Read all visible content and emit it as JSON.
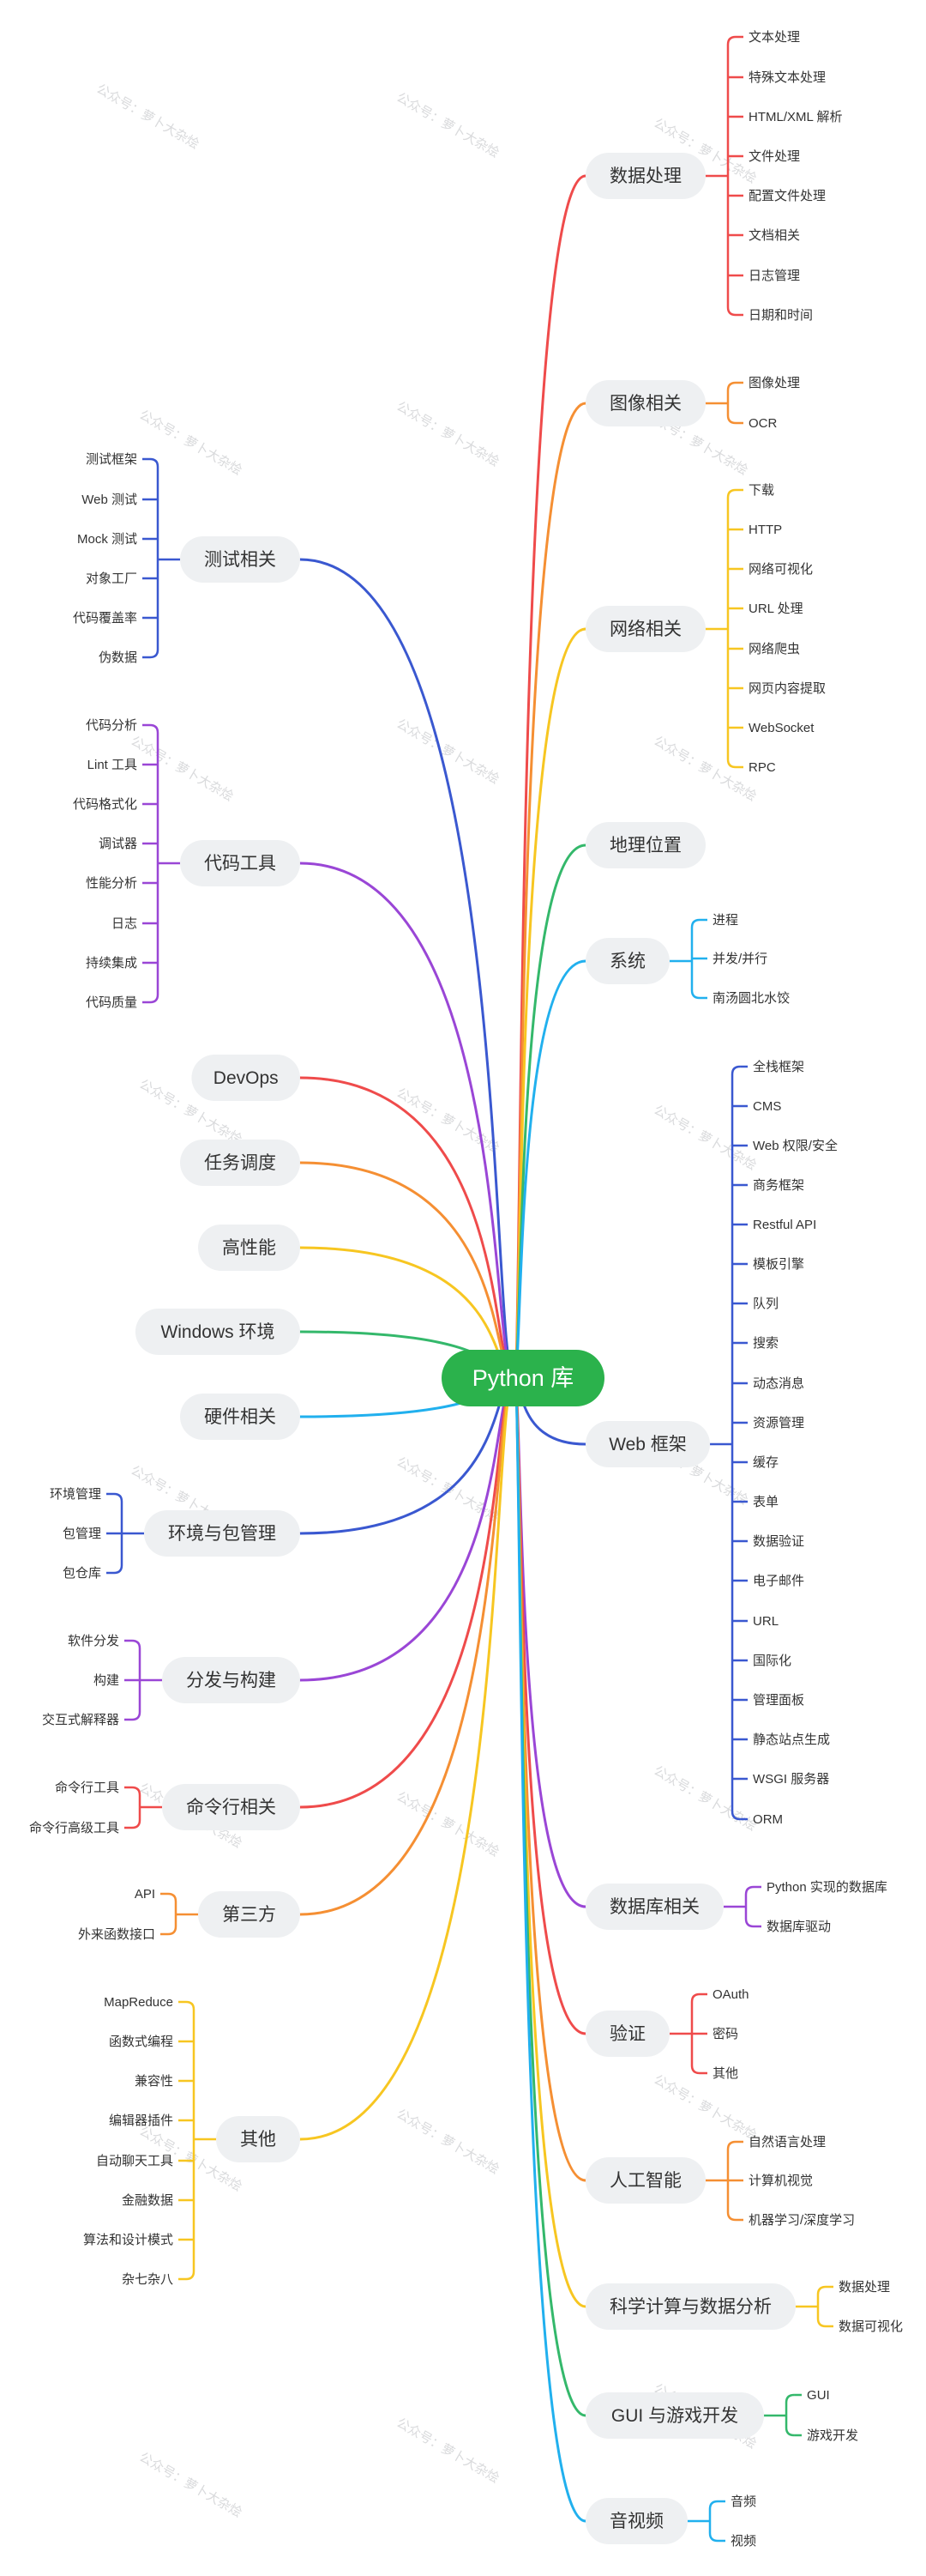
{
  "root": {
    "label": "Python 库",
    "color": "#2bb24c"
  },
  "watermark": "公众号：萝卜大杂烩",
  "colors": {
    "red": "#ef4b4b",
    "orange": "#f58f33",
    "yellow": "#f7c621",
    "green": "#34b86b",
    "cyan": "#21b0ee",
    "blue": "#3a58d0",
    "purple": "#9a46d6"
  },
  "right_branches": [
    {
      "label": "数据处理",
      "color": "#ef4b4b",
      "children": [
        "文本处理",
        "特殊文本处理",
        "HTML/XML 解析",
        "文件处理",
        "配置文件处理",
        "文档相关",
        "日志管理",
        "日期和时间"
      ]
    },
    {
      "label": "图像相关",
      "color": "#f58f33",
      "children": [
        "图像处理",
        "OCR"
      ]
    },
    {
      "label": "网络相关",
      "color": "#f7c621",
      "children": [
        "下载",
        "HTTP",
        "网络可视化",
        "URL 处理",
        "网络爬虫",
        "网页内容提取",
        "WebSocket",
        "RPC"
      ]
    },
    {
      "label": "地理位置",
      "color": "#34b86b",
      "children": []
    },
    {
      "label": "系统",
      "color": "#21b0ee",
      "children": [
        "进程",
        "并发/并行",
        "南汤圆北水饺"
      ]
    },
    {
      "label": "Web 框架",
      "color": "#3a58d0",
      "children": [
        "全栈框架",
        "CMS",
        "Web 权限/安全",
        "商务框架",
        "Restful API",
        "模板引擎",
        "队列",
        "搜索",
        "动态消息",
        "资源管理",
        "缓存",
        "表单",
        "数据验证",
        "电子邮件",
        "URL",
        "国际化",
        "管理面板",
        "静态站点生成",
        "WSGI 服务器",
        "ORM"
      ]
    },
    {
      "label": "数据库相关",
      "color": "#9a46d6",
      "children": [
        "Python 实现的数据库",
        "数据库驱动"
      ]
    },
    {
      "label": "验证",
      "color": "#ef4b4b",
      "children": [
        "OAuth",
        "密码",
        "其他"
      ]
    },
    {
      "label": "人工智能",
      "color": "#f58f33",
      "children": [
        "自然语言处理",
        "计算机视觉",
        "机器学习/深度学习"
      ]
    },
    {
      "label": "科学计算与数据分析",
      "color": "#f7c621",
      "children": [
        "数据处理",
        "数据可视化"
      ]
    },
    {
      "label": "GUI 与游戏开发",
      "color": "#34b86b",
      "children": [
        "GUI",
        "游戏开发"
      ]
    },
    {
      "label": "音视频",
      "color": "#21b0ee",
      "children": [
        "音频",
        "视频"
      ]
    }
  ],
  "left_branches": [
    {
      "label": "测试相关",
      "color": "#3a58d0",
      "children": [
        "测试框架",
        "Web 测试",
        "Mock 测试",
        "对象工厂",
        "代码覆盖率",
        "伪数据"
      ]
    },
    {
      "label": "代码工具",
      "color": "#9a46d6",
      "children": [
        "代码分析",
        "Lint 工具",
        "代码格式化",
        "调试器",
        "性能分析",
        "日志",
        "持续集成",
        "代码质量"
      ]
    },
    {
      "label": "DevOps",
      "color": "#ef4b4b",
      "children": []
    },
    {
      "label": "任务调度",
      "color": "#f58f33",
      "children": []
    },
    {
      "label": "高性能",
      "color": "#f7c621",
      "children": []
    },
    {
      "label": "Windows 环境",
      "color": "#34b86b",
      "children": []
    },
    {
      "label": "硬件相关",
      "color": "#21b0ee",
      "children": []
    },
    {
      "label": "环境与包管理",
      "color": "#3a58d0",
      "children": [
        "环境管理",
        "包管理",
        "包仓库"
      ]
    },
    {
      "label": "分发与构建",
      "color": "#9a46d6",
      "children": [
        "软件分发",
        "构建",
        "交互式解释器"
      ]
    },
    {
      "label": "命令行相关",
      "color": "#ef4b4b",
      "children": [
        "命令行工具",
        "命令行高级工具"
      ]
    },
    {
      "label": "第三方",
      "color": "#f58f33",
      "children": [
        "API",
        "外来函数接口"
      ]
    },
    {
      "label": "其他",
      "color": "#f7c621",
      "children": [
        "MapReduce",
        "函数式编程",
        "兼容性",
        "编辑器插件",
        "自动聊天工具",
        "金融数据",
        "算法和设计模式",
        "杂七杂八"
      ]
    }
  ]
}
